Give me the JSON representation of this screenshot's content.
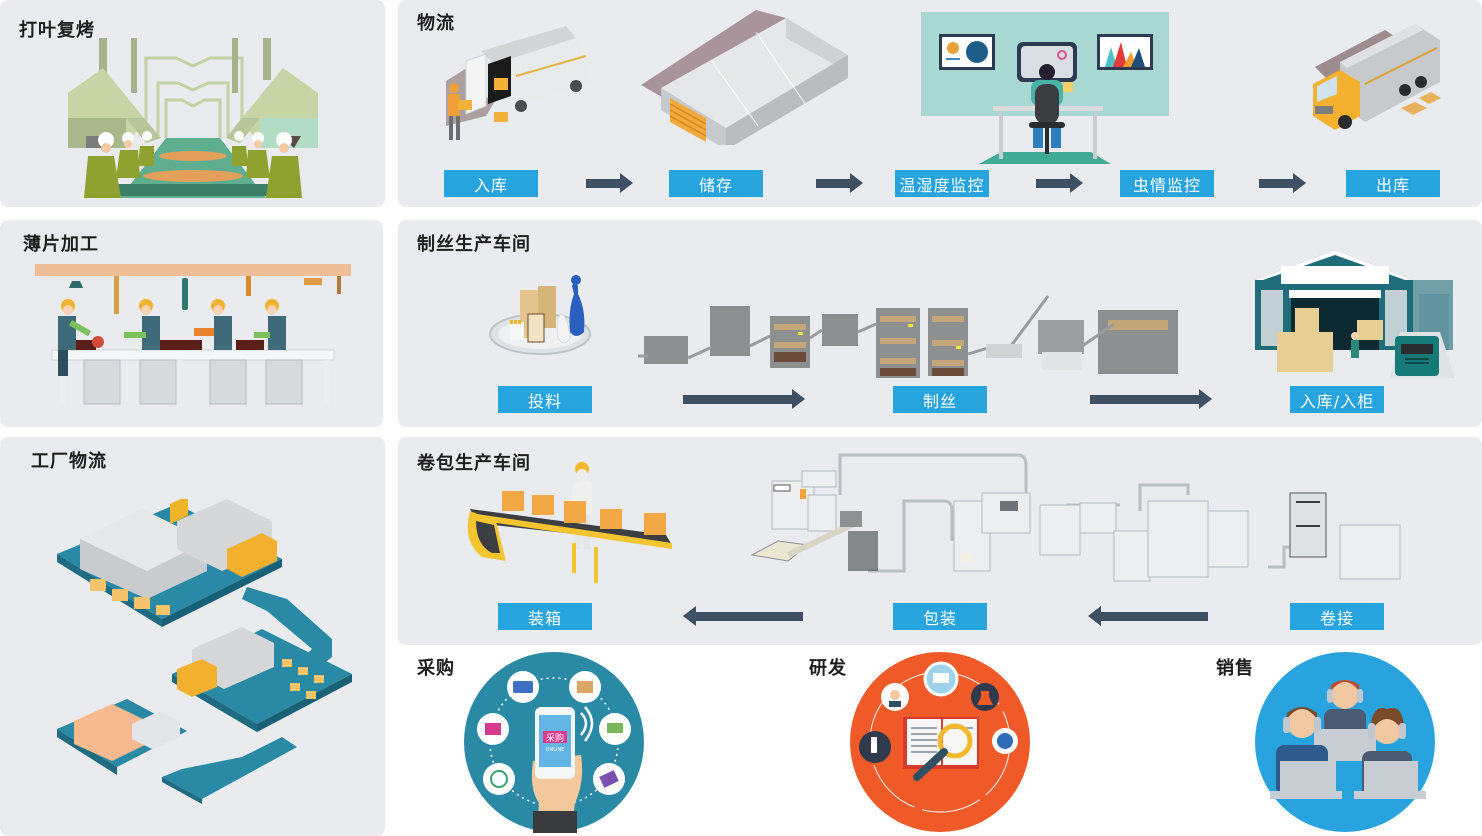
{
  "colors": {
    "panel_bg": "#e9ebee",
    "label_bg": "#27a3de",
    "label_text": "#ffffff",
    "arrow": "#3f4f64",
    "title_text": "#1e1e1e",
    "procurement_circle": "#2a8aa6",
    "rnd_circle": "#f05a28",
    "sales_circle": "#29a3de"
  },
  "sections": {
    "threshing": {
      "title": "打叶复烤"
    },
    "sheet_processing": {
      "title": "薄片加工"
    },
    "factory_logistics": {
      "title": "工厂物流"
    },
    "logistics": {
      "title": "物流",
      "steps": [
        {
          "label": "入库"
        },
        {
          "label": "储存"
        },
        {
          "label": "温湿度监控"
        },
        {
          "label": "虫情监控"
        },
        {
          "label": "出库"
        }
      ],
      "arrow_direction": "right"
    },
    "primary_processing": {
      "title": "制丝生产车间",
      "steps": [
        {
          "label": "投料"
        },
        {
          "label": "制丝"
        },
        {
          "label": "入库/入柜"
        }
      ],
      "arrow_direction": "right"
    },
    "rolling_packing": {
      "title": "卷包生产车间",
      "steps": [
        {
          "label": "装箱"
        },
        {
          "label": "包装"
        },
        {
          "label": "卷接"
        }
      ],
      "arrow_direction": "left"
    },
    "procurement": {
      "title": "采购",
      "phone_text": "采购",
      "phone_subtext": "ONLINE"
    },
    "rnd": {
      "title": "研发"
    },
    "sales": {
      "title": "销售"
    }
  }
}
